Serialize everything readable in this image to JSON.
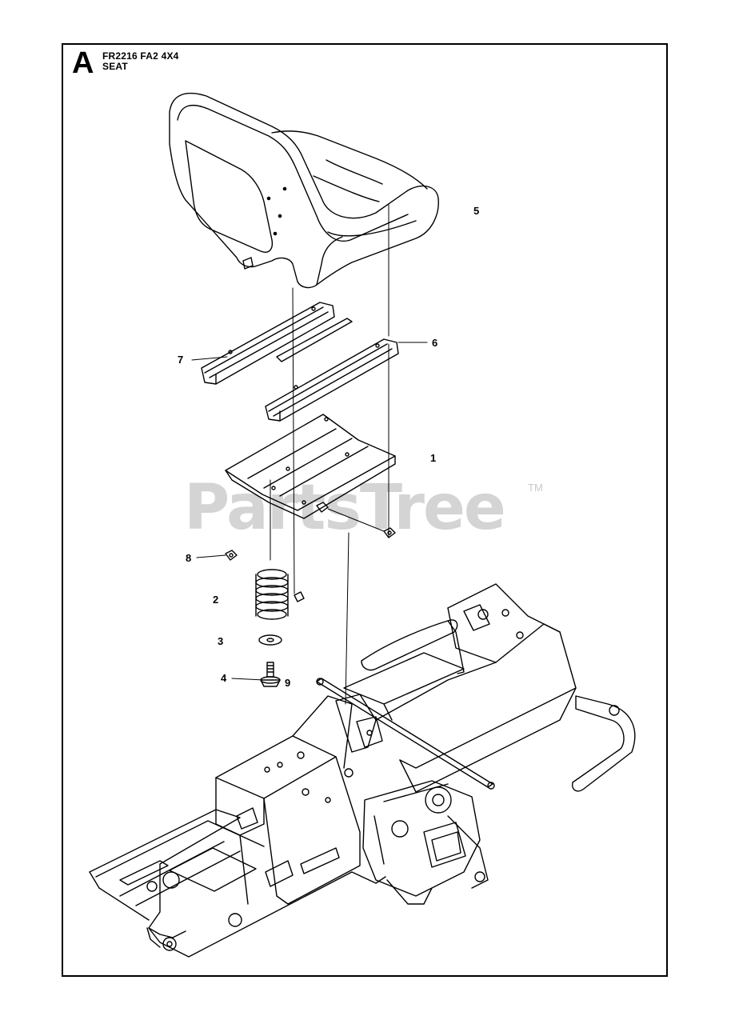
{
  "header": {
    "section_letter": "A",
    "model": "FR2216 FA2 4X4",
    "title": "SEAT"
  },
  "watermark": {
    "text": "PartsTree",
    "trademark": "TM"
  },
  "callouts": {
    "c1": "1",
    "c2": "2",
    "c3": "3",
    "c4": "4",
    "c5": "5",
    "c6": "6",
    "c7": "7",
    "c8": "8",
    "c9": "9"
  },
  "colors": {
    "line": "#000000",
    "watermark": "#d4d4d4",
    "background": "#ffffff"
  }
}
